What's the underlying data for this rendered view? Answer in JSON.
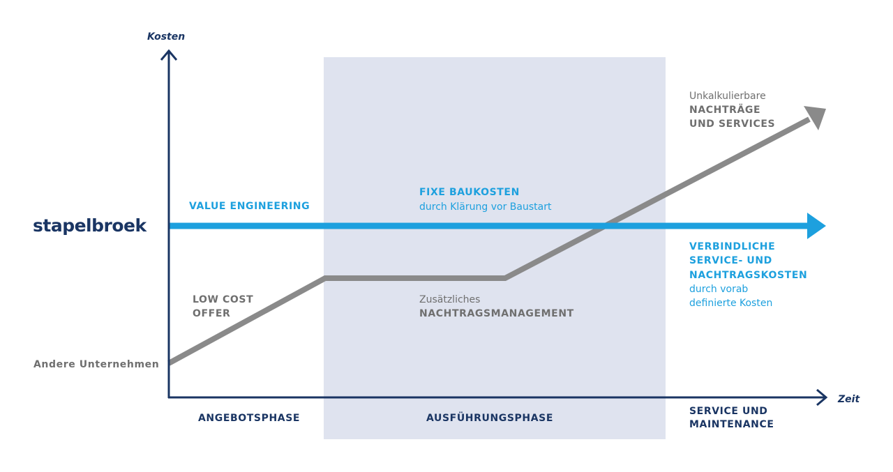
{
  "axes": {
    "y_label": "Kosten",
    "x_label": "Zeit"
  },
  "brand": {
    "logo_text": "stapelbroek",
    "company_label": "Andere Unternehmen"
  },
  "phases": {
    "phase1": "ANGEBOTSPHASE",
    "phase2": "AUSFÜHRUNGSPHASE",
    "phase3_line1": "SERVICE UND",
    "phase3_line2": "MAINTENANCE"
  },
  "labels": {
    "value_engineering": "VALUE ENGINEERING",
    "fixe_title": "FIXE BAUKOSTEN",
    "fixe_sub": "durch Klärung vor Baustart",
    "low_cost_line1": "LOW COST",
    "low_cost_line2": "OFFER",
    "zusaetzlich": "Zusätzliches",
    "nachtragsmanagement": "NACHTRAGSMANAGEMENT",
    "unkalk_line1": "Unkalkulierbare",
    "unkalk_line2": "NACHTRÄGE",
    "unkalk_line3": "UND SERVICES",
    "verb_line1": "VERBINDLICHE",
    "verb_line2": "SERVICE- UND",
    "verb_line3": "NACHTRAGSKOSTEN",
    "verb_line4": "durch vorab",
    "verb_line5": "definierte Kosten"
  },
  "colors": {
    "navy": "#1a3563",
    "blue": "#1da0de",
    "grey": "#8a8a8a",
    "band": "#dfe3ef"
  }
}
